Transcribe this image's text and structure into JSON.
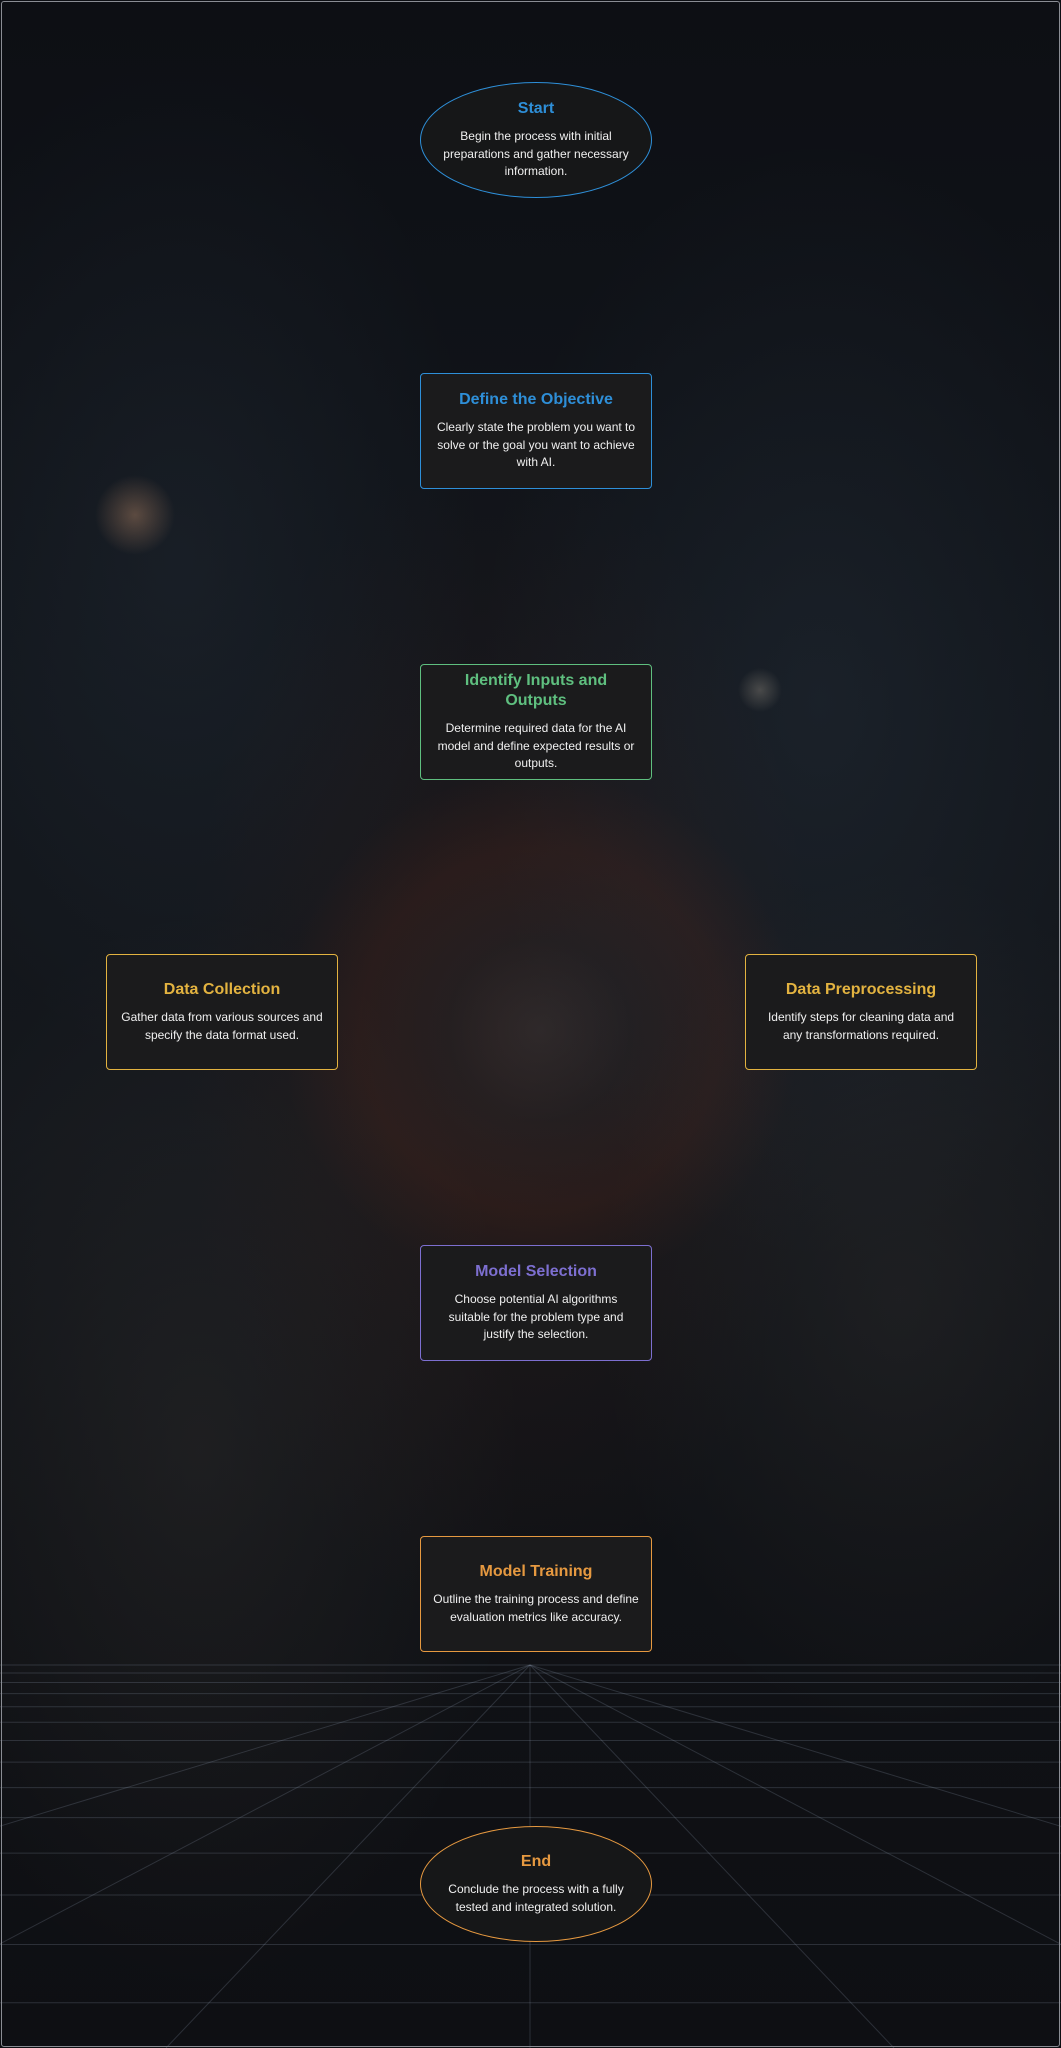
{
  "nodes": [
    {
      "id": "start",
      "shape": "ellipse",
      "title": "Start",
      "description": "Begin the process with initial preparations and gather necessary information.",
      "color": "#2e8fd8"
    },
    {
      "id": "define-objective",
      "shape": "rect",
      "title": "Define the Objective",
      "description": "Clearly state the problem you want to solve or the goal you want to achieve with AI.",
      "color": "#2e8fd8"
    },
    {
      "id": "identify-io",
      "shape": "rect",
      "title": "Identify Inputs and Outputs",
      "description": "Determine required data for the AI model and define expected results or outputs.",
      "color": "#5fbf7f"
    },
    {
      "id": "data-collection",
      "shape": "rect",
      "title": "Data Collection",
      "description": "Gather data from various sources and specify the data format used.",
      "color": "#e3b340"
    },
    {
      "id": "data-preprocessing",
      "shape": "rect",
      "title": "Data Preprocessing",
      "description": "Identify steps for cleaning data and any transformations required.",
      "color": "#e3b340"
    },
    {
      "id": "model-selection",
      "shape": "rect",
      "title": "Model Selection",
      "description": "Choose potential AI algorithms suitable for the problem type and justify the selection.",
      "color": "#7d6fd0"
    },
    {
      "id": "model-training",
      "shape": "rect",
      "title": "Model Training",
      "description": "Outline the training process and define evaluation metrics like accuracy.",
      "color": "#e69940"
    },
    {
      "id": "end",
      "shape": "ellipse",
      "title": "End",
      "description": "Conclude the process with a fully tested and integrated solution.",
      "color": "#e69940"
    }
  ]
}
